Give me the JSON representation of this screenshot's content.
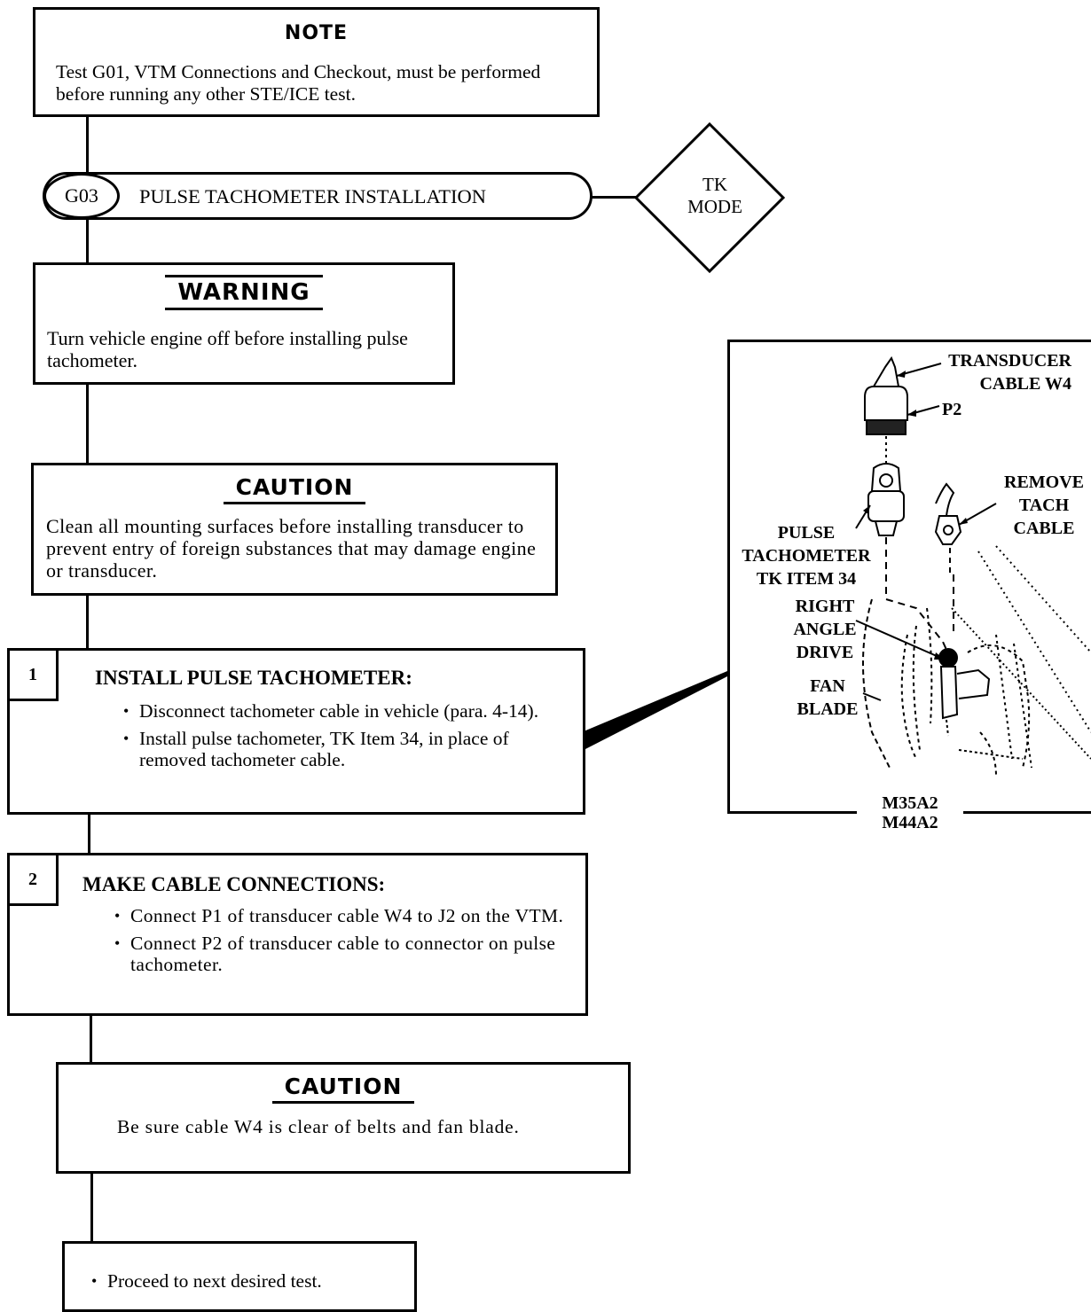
{
  "note": {
    "header": "NOTE",
    "text": "Test G01, VTM Connections and Checkout, must be performed before running any other STE/ICE test."
  },
  "test": {
    "code": "G03",
    "title": "PULSE TACHOMETER INSTALLATION",
    "mode": "TK MODE"
  },
  "warning": {
    "header": "WARNING",
    "text": "Turn vehicle engine off before installing pulse tachometer."
  },
  "caution1": {
    "header": "CAUTION",
    "text": "Clean all mounting surfaces before installing transducer to prevent entry of foreign substances that may damage engine or transducer."
  },
  "step1": {
    "number": "1",
    "title": "INSTALL PULSE TACHOMETER:",
    "bullets": [
      "Disconnect tachometer cable in vehicle (para. 4-14).",
      "Install pulse tachometer, TK Item 34, in place of removed tachometer cable."
    ]
  },
  "step2": {
    "number": "2",
    "title": "MAKE CABLE CONNECTIONS:",
    "bullets": [
      "Connect P1 of transducer cable W4 to J2 on the VTM.",
      "Connect P2 of transducer cable to connector on pulse tachometer."
    ]
  },
  "caution2": {
    "header": "CAUTION",
    "text": "Be sure cable W4 is clear of belts and fan blade."
  },
  "final": {
    "bullets": [
      "Proceed to next desired test."
    ]
  },
  "illustration": {
    "labels": {
      "transducer_cable": "TRANSDUCER CABLE W4",
      "p2": "P2",
      "remove_tach_cable": "REMOVE TACH CABLE",
      "pulse_tachometer": "PULSE TACHOMETER TK ITEM 34",
      "right_angle_drive": "RIGHT ANGLE DRIVE",
      "fan_blade": "FAN BLADE",
      "models": "M35A2 M44A2"
    }
  }
}
